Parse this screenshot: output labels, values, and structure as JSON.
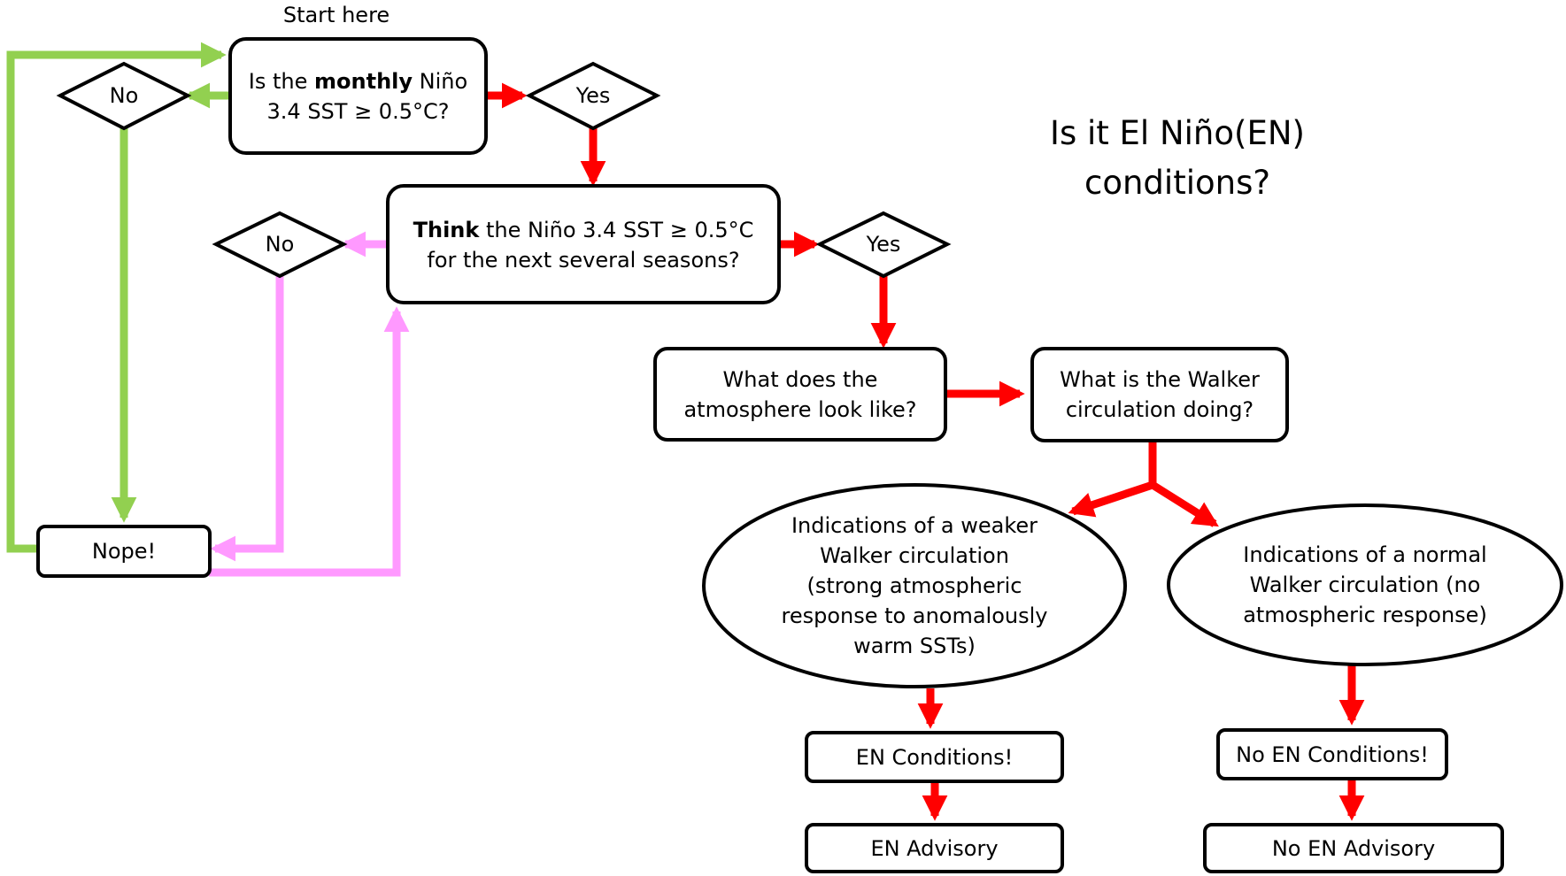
{
  "title": {
    "line1": "Is it El Niño(EN)",
    "line2": "conditions?"
  },
  "start_label": "Start here",
  "q1": {
    "text_pre": "Is the ",
    "text_bold": "monthly",
    "text_post": " Niño",
    "line2": "3.4 SST ≥ 0.5°C?"
  },
  "q1_no": "No",
  "q1_yes": "Yes",
  "q2": {
    "text_bold": "Think",
    "text_post": " the Niño 3.4 SST ≥ 0.5°C",
    "line2": "for the next several seasons?"
  },
  "q2_no": "No",
  "q2_yes": "Yes",
  "atmos": {
    "line1": "What does the",
    "line2": "atmosphere look like?"
  },
  "walker": {
    "line1": "What is the Walker",
    "line2": "circulation doing?"
  },
  "weaker": {
    "lines": [
      "Indications of a weaker",
      "Walker circulation",
      "(strong atmospheric",
      "response to anomalously",
      "warm SSTs)"
    ]
  },
  "normal": {
    "lines": [
      "Indications of a normal",
      "Walker circulation (no",
      "atmospheric response)"
    ]
  },
  "nope": "Nope!",
  "en_conditions": "EN Conditions!",
  "en_advisory": "EN Advisory",
  "no_en_conditions": "No EN Conditions!",
  "no_en_advisory": "No EN Advisory",
  "colors": {
    "green": "#92d050",
    "red": "#ff0000",
    "pink": "#ff99ff",
    "outline": "#000000"
  }
}
